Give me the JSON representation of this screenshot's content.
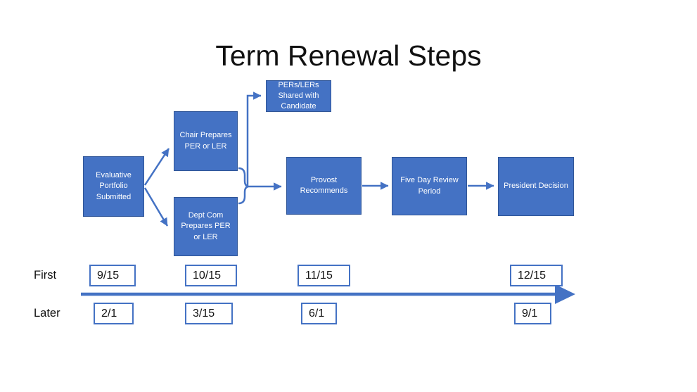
{
  "title": "Term Renewal Steps",
  "colors": {
    "shape_fill": "#4472C4",
    "shape_border": "#2F5597",
    "connector": "#4472C4",
    "date_box_border": "#4472C4",
    "text_on_shape": "#FFFFFF",
    "text_dark": "#111111"
  },
  "flow_boxes": {
    "evaluative": "Evaluative Portfolio Submitted",
    "chair": "Chair Prepares PER or LER",
    "dept_com": "Dept Com Prepares PER or LER",
    "pers_lers": "PERs/LERs Shared with Candidate",
    "provost": "Provost Recommends",
    "five_day": "Five Day Review Period",
    "president": "President Decision"
  },
  "timeline": {
    "first_label": "First",
    "later_label": "Later",
    "first_dates": [
      "9/15",
      "10/15",
      "11/15",
      "12/15"
    ],
    "later_dates": [
      "2/1",
      "3/15",
      "6/1",
      "9/1"
    ]
  }
}
